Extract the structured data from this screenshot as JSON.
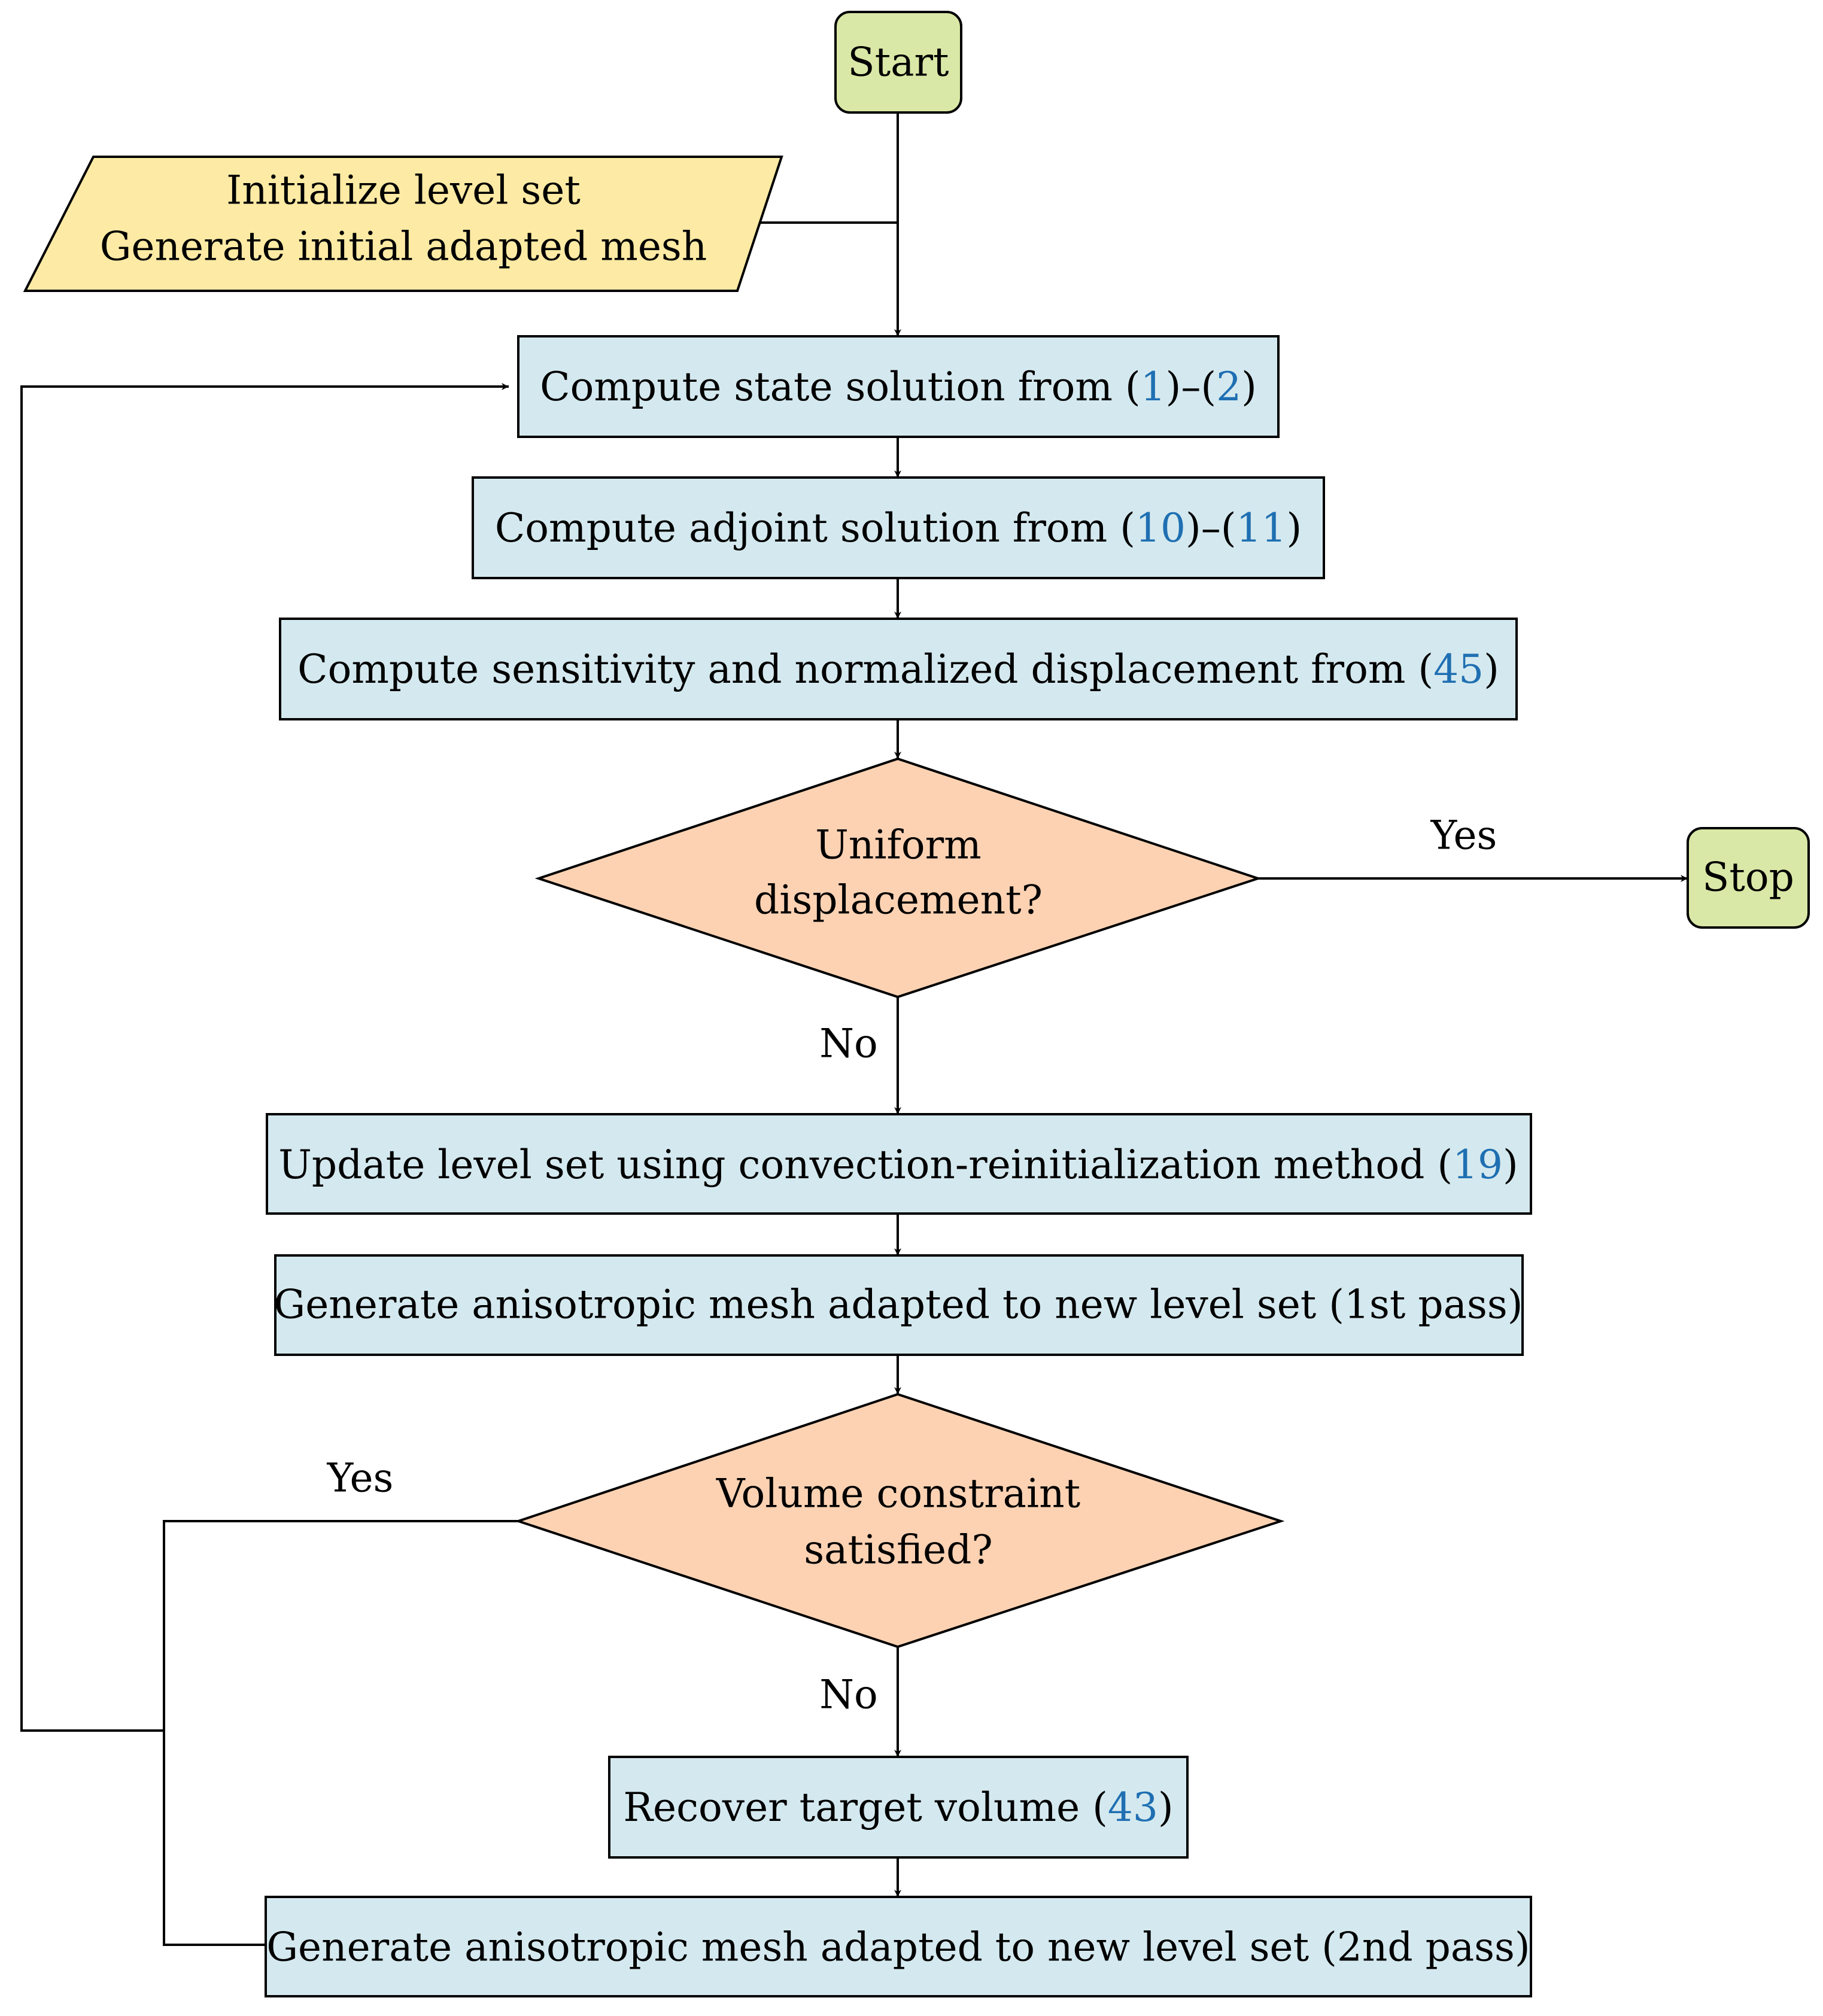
{
  "colors": {
    "terminal_fill": "#d9e8a6",
    "io_fill": "#fdeaa4",
    "process_fill": "#d4e9ef",
    "decision_fill": "#fcd2b3",
    "reference_text": "#1f6fb2",
    "line": "#000000"
  },
  "nodes": {
    "start": {
      "label": "Start"
    },
    "stop": {
      "label": "Stop"
    },
    "init": {
      "line1": "Initialize level set",
      "line2": "Generate initial adapted mesh"
    },
    "state": {
      "text": "Compute state solution from ",
      "ref1": "1",
      "ref2": "2"
    },
    "adjoint": {
      "text": "Compute adjoint solution from ",
      "ref1": "10",
      "ref2": "11"
    },
    "sensitivity": {
      "text": "Compute sensitivity and normalized displacement from ",
      "ref": "45"
    },
    "uniform": {
      "line1": "Uniform",
      "line2": "displacement?"
    },
    "update": {
      "text": "Update level set using convection-reinitialization method ",
      "ref": "19"
    },
    "mesh1": {
      "label": "Generate anisotropic mesh adapted to new level set (1st pass)"
    },
    "volume": {
      "line1": "Volume constraint",
      "line2": "satisfied?"
    },
    "recover": {
      "text": "Recover target volume ",
      "ref": "43"
    },
    "mesh2": {
      "label": "Generate anisotropic mesh adapted to new level set (2nd pass)"
    }
  },
  "edge_labels": {
    "uniform_yes": "Yes",
    "uniform_no": "No",
    "volume_yes": "Yes",
    "volume_no": "No"
  }
}
